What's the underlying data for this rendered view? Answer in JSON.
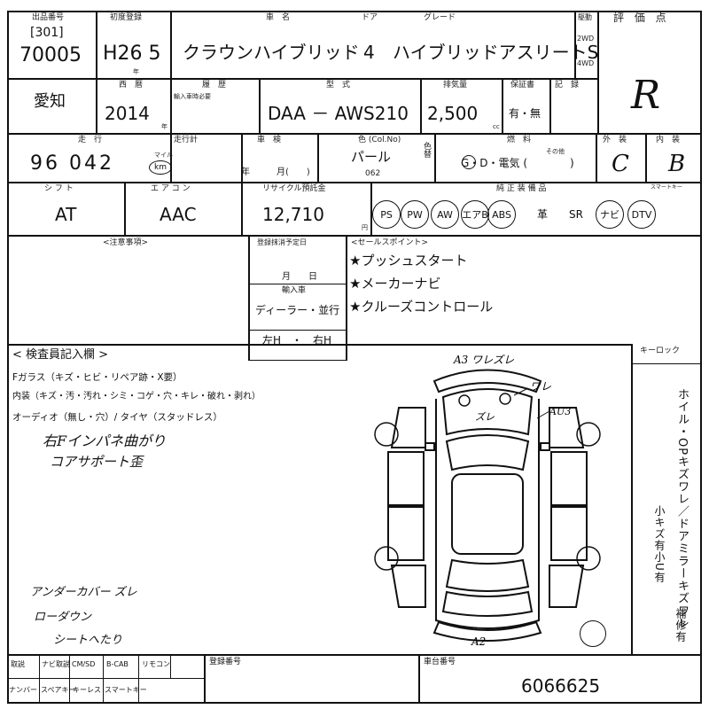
{
  "header": {
    "lot_label": "出品番号",
    "lot_code": "[301]",
    "lot_number": "70005",
    "first_reg_label": "初度登録",
    "first_reg": "H26 5",
    "year_small": "年",
    "name_label": "車　名",
    "door_label": "ドア",
    "grade_label": "グレード",
    "car_name": "クラウンハイブリッド",
    "doors": "4",
    "grade": "ハイブリッドアスリートS",
    "drive_label": "駆動",
    "drive_2wd": "2WD",
    "drive_4wd": "4WD",
    "score_label": "評 価 点",
    "score": "R"
  },
  "row2": {
    "region": "愛知",
    "year_label": "西　暦",
    "year": "2014",
    "year_suffix": "年",
    "history_label": "履　歴",
    "history_sub": "輸入車時必要",
    "model_label": "型　式",
    "model": "DAA － AWS210",
    "displacement_label": "排気量",
    "displacement": "2,500",
    "cc": "cc",
    "maint_label": "保証書",
    "maint_value": "有・無",
    "manual_label": "記　録"
  },
  "row3": {
    "mileage_label": "走　行",
    "mileage": "96 042",
    "km_unit": "km",
    "mile_unit": "マイル",
    "gauge_label": "走行計",
    "inspection_label": "車　検",
    "inspection_ym": "年　　　月(　　)",
    "color_label": "色 (Col.No)",
    "color": "パール",
    "color_no": "062",
    "color_change_label": "色替",
    "fuel_label": "燃　料",
    "fuel_value": "G・D・電気 (　　　　)",
    "fuel_other": "その他",
    "exterior_label": "外　装",
    "exterior": "C",
    "interior_label": "内　装",
    "interior": "B"
  },
  "row4": {
    "shift_label": "シ フ ト",
    "shift": "AT",
    "ac_label": "エ ア コ ン",
    "ac": "AAC",
    "recycle_label": "リサイクル預託金",
    "recycle": "12,710",
    "yen": "円",
    "equip_label": "純 正 装 備 品",
    "equip": [
      "PS",
      "PW",
      "AW",
      "エアB",
      "ABS",
      "革",
      "SR",
      "ナビ",
      "DTV"
    ],
    "smartkey_label": "スマートキー"
  },
  "notes": {
    "caution_label": "<注意事項>",
    "reg_label": "登録抹消予定日",
    "reg_md": "月　　日",
    "import_label": "輸入車",
    "import_value": "ディーラー・並行",
    "handle_value": "左H　・　右H",
    "sales_label": "<セールスポイント>",
    "sales_points": [
      "★プッシュスタート",
      "★メーカーナビ",
      "★クルーズコントロール"
    ]
  },
  "inspector": {
    "title": "< 検査員記入欄 >",
    "glass": "Fガラス（キズ・ヒビ・リペア跡・X要）",
    "interior": "内装（キズ・汚・汚れ・シミ・コゲ・穴・キレ・破れ・剥れ）",
    "audio": "オーディオ（無し・穴）/ タイヤ（スタッドレス）",
    "hand_notes": [
      "右Fインパネ曲がり",
      "コアサポート歪"
    ],
    "hand_notes2": [
      "アンダーカバー ズレ",
      "ローダウン",
      "シートへたり"
    ]
  },
  "diagram_marks": [
    "A3 ワレズレ",
    "ワレ",
    "ズレ",
    "AU3",
    "A2"
  ],
  "keylock_label": "キーロック",
  "right_vertical": [
    "ホイル・OPキズワレ／ドアミラーキズワレ",
    "小キズ有",
    "小U有",
    "補修有"
  ],
  "footer": {
    "labels1": [
      "取説",
      "ナビ取説",
      "CM/SD",
      "B-CAB",
      "リモコン"
    ],
    "labels2": [
      "ナンバー",
      "スペアキー",
      "キーレス",
      "スマートキー"
    ],
    "plate_label": "登録番号",
    "serial_label": "車台番号",
    "serial": "6066625"
  }
}
